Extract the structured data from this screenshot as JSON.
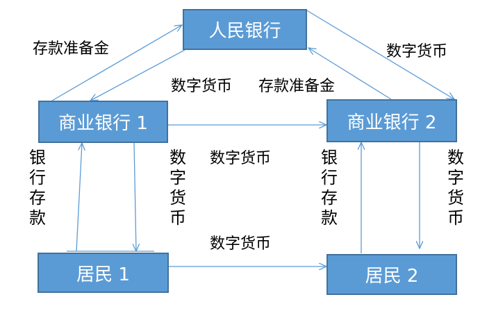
{
  "nodes": {
    "central_bank": "人民银行",
    "bank1": "商业银行 1",
    "bank2": "商业银行 2",
    "resident1": "居民 1",
    "resident2": "居民 2"
  },
  "edges": {
    "bank1_to_central": "存款准备金",
    "central_to_bank1": "数字货币",
    "bank2_to_central": "存款准备金",
    "central_to_bank2": "数字货币",
    "bank1_bank2": "数字货币",
    "resident1_resident2": "数字货币",
    "resident1_to_bank1": "银行存款",
    "bank1_to_resident1": "数字货币",
    "resident2_to_bank2": "银行存款",
    "bank2_to_resident2": "数字货币"
  },
  "colors": {
    "box_fill": "#5b9bd5",
    "box_border": "#41719c",
    "arrow": "#5b9bd5",
    "box_text": "#ffffff"
  }
}
